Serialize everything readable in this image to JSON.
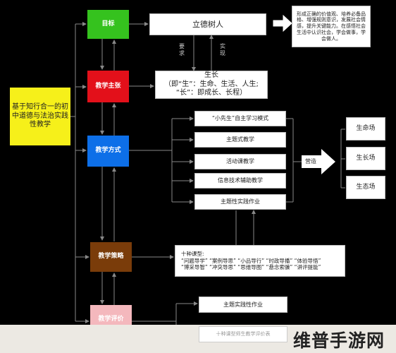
{
  "start": "基于知行合一的初中道德与法治实践性教学",
  "goal": "目标",
  "goal_text": "立德树人",
  "goal_outcome": "形成正确的价值观、培养必备品格、增强规则意识，发展社会情感，提升关键能力。在感悟社会生活中认识社会，学会做事，学会做人。",
  "need_label": "要求",
  "realize_label": "实现",
  "proposition": "教学主张",
  "growth": {
    "title": "生长",
    "line1": "（即“生”：生命、生活、人生;",
    "line2": "“长”：即成长、长程）"
  },
  "method": "教学方式",
  "methods": [
    "“小先生”自主学习模式",
    "主题式教学",
    "活动课教学",
    "信息技术辅助教学",
    "主题性实践作业"
  ],
  "create_label": "营造",
  "fields": [
    "生命场",
    "生长场",
    "生态场"
  ],
  "strategy": "教学策略",
  "course_types": {
    "title": "十种课型:",
    "row1": "“问题导学”  “案例导思”  “小品导行”  “时政导播”  “体验导悟”",
    "row2": "“博采导智”  “冲突导思”  “思维导图”  “悬念索骥”  “讲评提能”"
  },
  "evaluation": "教学评价",
  "eval_items": [
    "主题实践性作业",
    "十种课型师生教学评价表"
  ],
  "watermark": "维普手游网",
  "colors": {
    "goal": "#35c21e",
    "proposition": "#e3101a",
    "method": "#0d6fe8",
    "strategy": "#7a3c0a",
    "evaluation": "#f4b8bd",
    "start": "#f6f01a"
  }
}
